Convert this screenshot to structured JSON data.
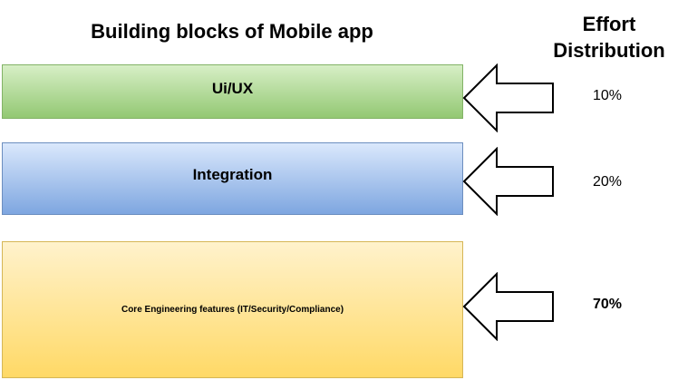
{
  "header": {
    "title": "Building blocks of Mobile app",
    "effort_title_line1": "Effort",
    "effort_title_line2": "Distribution"
  },
  "blocks": [
    {
      "label": "Ui/UX",
      "effort": "10%",
      "color": "#93c873"
    },
    {
      "label": "Integration",
      "effort": "20%",
      "color": "#7ea6e0"
    },
    {
      "label": "Core Engineering features (IT/Security/Compliance)",
      "effort": "70%",
      "color": "#ffd966"
    }
  ],
  "arrows": [
    {
      "icon": "left-arrow-icon"
    },
    {
      "icon": "left-arrow-icon"
    },
    {
      "icon": "left-arrow-icon"
    }
  ]
}
